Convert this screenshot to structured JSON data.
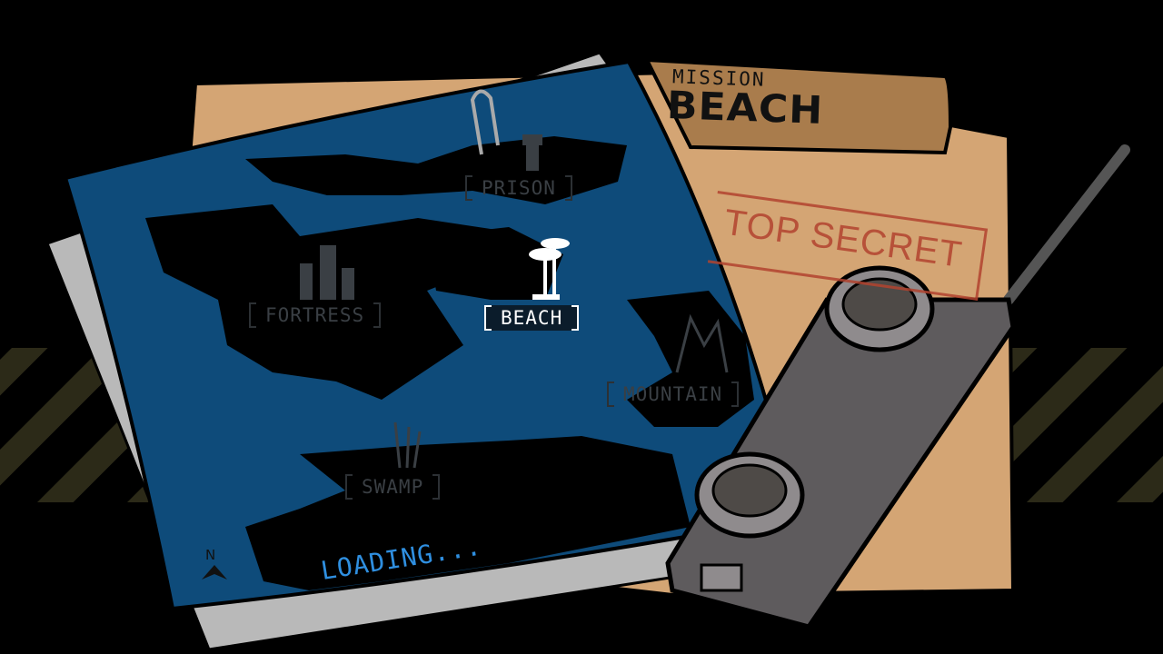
{
  "mission": {
    "label": "MISSION",
    "name": "BEACH"
  },
  "stamp": "TOP SECRET",
  "map": {
    "locations": [
      {
        "id": "prison",
        "label": "PRISON",
        "icon": "watchtower-icon",
        "selected": false
      },
      {
        "id": "fortress",
        "label": "FORTRESS",
        "icon": "castle-icon",
        "selected": false
      },
      {
        "id": "beach",
        "label": "BEACH",
        "icon": "palm-tree-icon",
        "selected": true
      },
      {
        "id": "mountain",
        "label": "MOUNTAIN",
        "icon": "mountain-icon",
        "selected": false
      },
      {
        "id": "swamp",
        "label": "SWAMP",
        "icon": "reeds-icon",
        "selected": false
      }
    ],
    "compass": "N"
  },
  "status": "LOADING...",
  "colors": {
    "sea": "#0e4b7a",
    "folder": "#d4a574",
    "tab": "#a97c4c",
    "loading": "#2f8fe0",
    "stamp": "#b2432f"
  }
}
